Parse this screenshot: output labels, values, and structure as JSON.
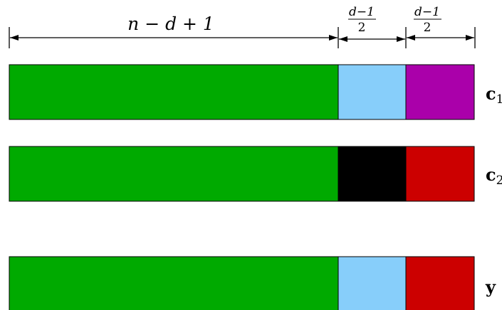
{
  "dimensions": {
    "segment1_label": "n − d + 1",
    "segment2_label": {
      "numerator": "d−1",
      "denominator": "2"
    },
    "segment3_label": {
      "numerator": "d−1",
      "denominator": "2"
    }
  },
  "rows": [
    {
      "label": "c",
      "subscript": "1",
      "colors": [
        "#00aa00",
        "#87cefa",
        "#aa00aa"
      ]
    },
    {
      "label": "c",
      "subscript": "2",
      "colors": [
        "#00aa00",
        "#000000",
        "#cc0000"
      ]
    },
    {
      "label": "y",
      "subscript": "",
      "colors": [
        "#00aa00",
        "#87cefa",
        "#cc0000"
      ]
    }
  ]
}
